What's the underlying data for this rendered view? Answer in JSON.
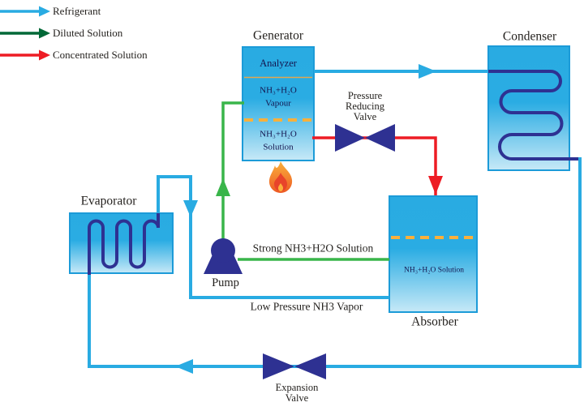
{
  "legend": {
    "items": [
      {
        "label": "Refrigerant",
        "color": "#29ABE2"
      },
      {
        "label": "Diluted Solution",
        "color": "#006837"
      },
      {
        "label": "Concentrated Solution",
        "color": "#ED1C24"
      }
    ]
  },
  "components": {
    "generator": {
      "title": "Generator",
      "analyzer_label": "Analyzer",
      "vapour_formula": "NH₃+H₂O",
      "vapour_word": "Vapour",
      "solution_formula": "NH₃+H₂O",
      "solution_word": "Solution"
    },
    "condenser": {
      "title": "Condenser"
    },
    "evaporator": {
      "title": "Evaporator"
    },
    "absorber": {
      "title": "Absorber",
      "content_label": "NH₃+H₂O Solution"
    },
    "pump": {
      "label": "Pump"
    }
  },
  "valves": {
    "pressure_reducing": {
      "line1": "Pressure",
      "line2": "Reducing",
      "line3": "Valve"
    },
    "expansion": {
      "line1": "Expansion",
      "line2": "Valve"
    }
  },
  "flow_labels": {
    "strong_solution": "Strong NH3+H2O Solution",
    "low_pressure_vapor": "Low Pressure NH3 Vapor"
  },
  "colors": {
    "refrigerant_pipe": "#29ABE2",
    "diluted_solution_legend": "#006837",
    "diluted_solution_pipe": "#39B54A",
    "concentrated_solution": "#ED1C24",
    "component_dark_blue": "#2E3192",
    "dashed_level_line": "#FBB03B",
    "flame_orange": "#F7931E"
  }
}
